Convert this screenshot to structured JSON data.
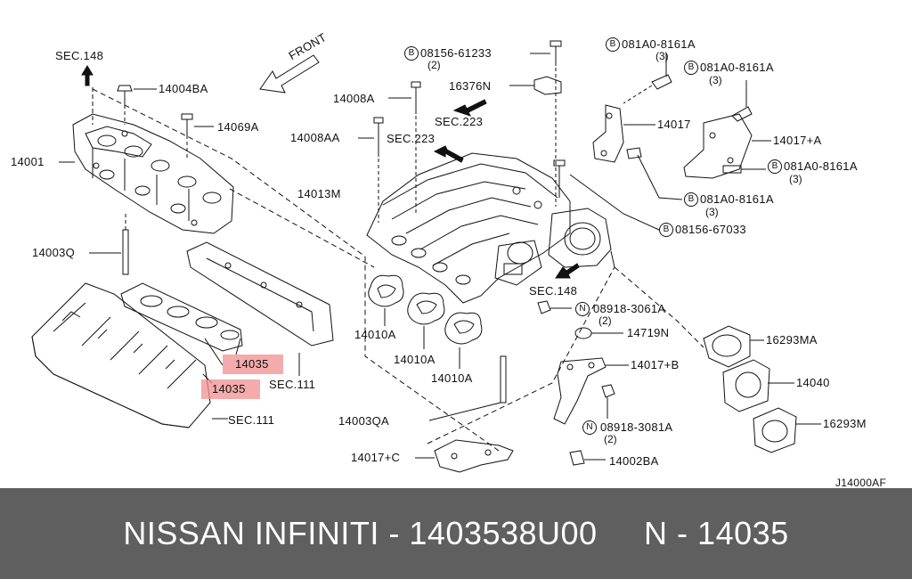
{
  "diagram": {
    "code": "J14000AF",
    "front_label": "FRONT",
    "labels": {
      "sec148_top": "SEC.148",
      "p14004BA": "14004BA",
      "p14069A": "14069A",
      "p14001": "14001",
      "p14003Q": "14003Q",
      "p14035_a": "14035",
      "p14035_b": "14035",
      "sec111_a": "SEC.111",
      "sec111_b": "SEC.111",
      "p08156_61233": "08156-61233",
      "p08156_61233_qty": "(2)",
      "p16376N": "16376N",
      "p14008A": "14008A",
      "sec223_a": "SEC.223",
      "p14008AA": "14008AA",
      "sec223_b": "SEC.223",
      "p14013M": "14013M",
      "p081A0_1": "081A0-8161A",
      "p081A0_1_qty": "(3)",
      "p081A0_2": "081A0-8161A",
      "p081A0_2_qty": "(3)",
      "p14017": "14017",
      "p14017plusA": "14017+A",
      "p081A0_3": "081A0-8161A",
      "p081A0_3_qty": "(3)",
      "p081A0_4": "081A0-8161A",
      "p081A0_4_qty": "(3)",
      "p08156_67033": "08156-67033",
      "sec148_b": "SEC.148",
      "p08918_3061A": "08918-3061A",
      "p08918_3061A_qty": "(2)",
      "p14719N": "14719N",
      "p16293MA": "16293MA",
      "p14017plusB": "14017+B",
      "p14040": "14040",
      "p16293M": "16293M",
      "p08918_3081A": "08918-3081A",
      "p08918_3081A_qty": "(2)",
      "p14002BA": "14002BA",
      "p14017plusC": "14017+C",
      "p14003QA": "14003QA",
      "p14010A_a": "14010A",
      "p14010A_b": "14010A",
      "p14010A_c": "14010A"
    },
    "bullets": {
      "b": "B",
      "n": "N"
    }
  },
  "footer": {
    "text": "NISSAN INFINITI - 1403538U00     N - 14035"
  },
  "colors": {
    "highlight": "#f08f8f",
    "footer_bg": "#5f5f5f",
    "line": "#111111"
  }
}
